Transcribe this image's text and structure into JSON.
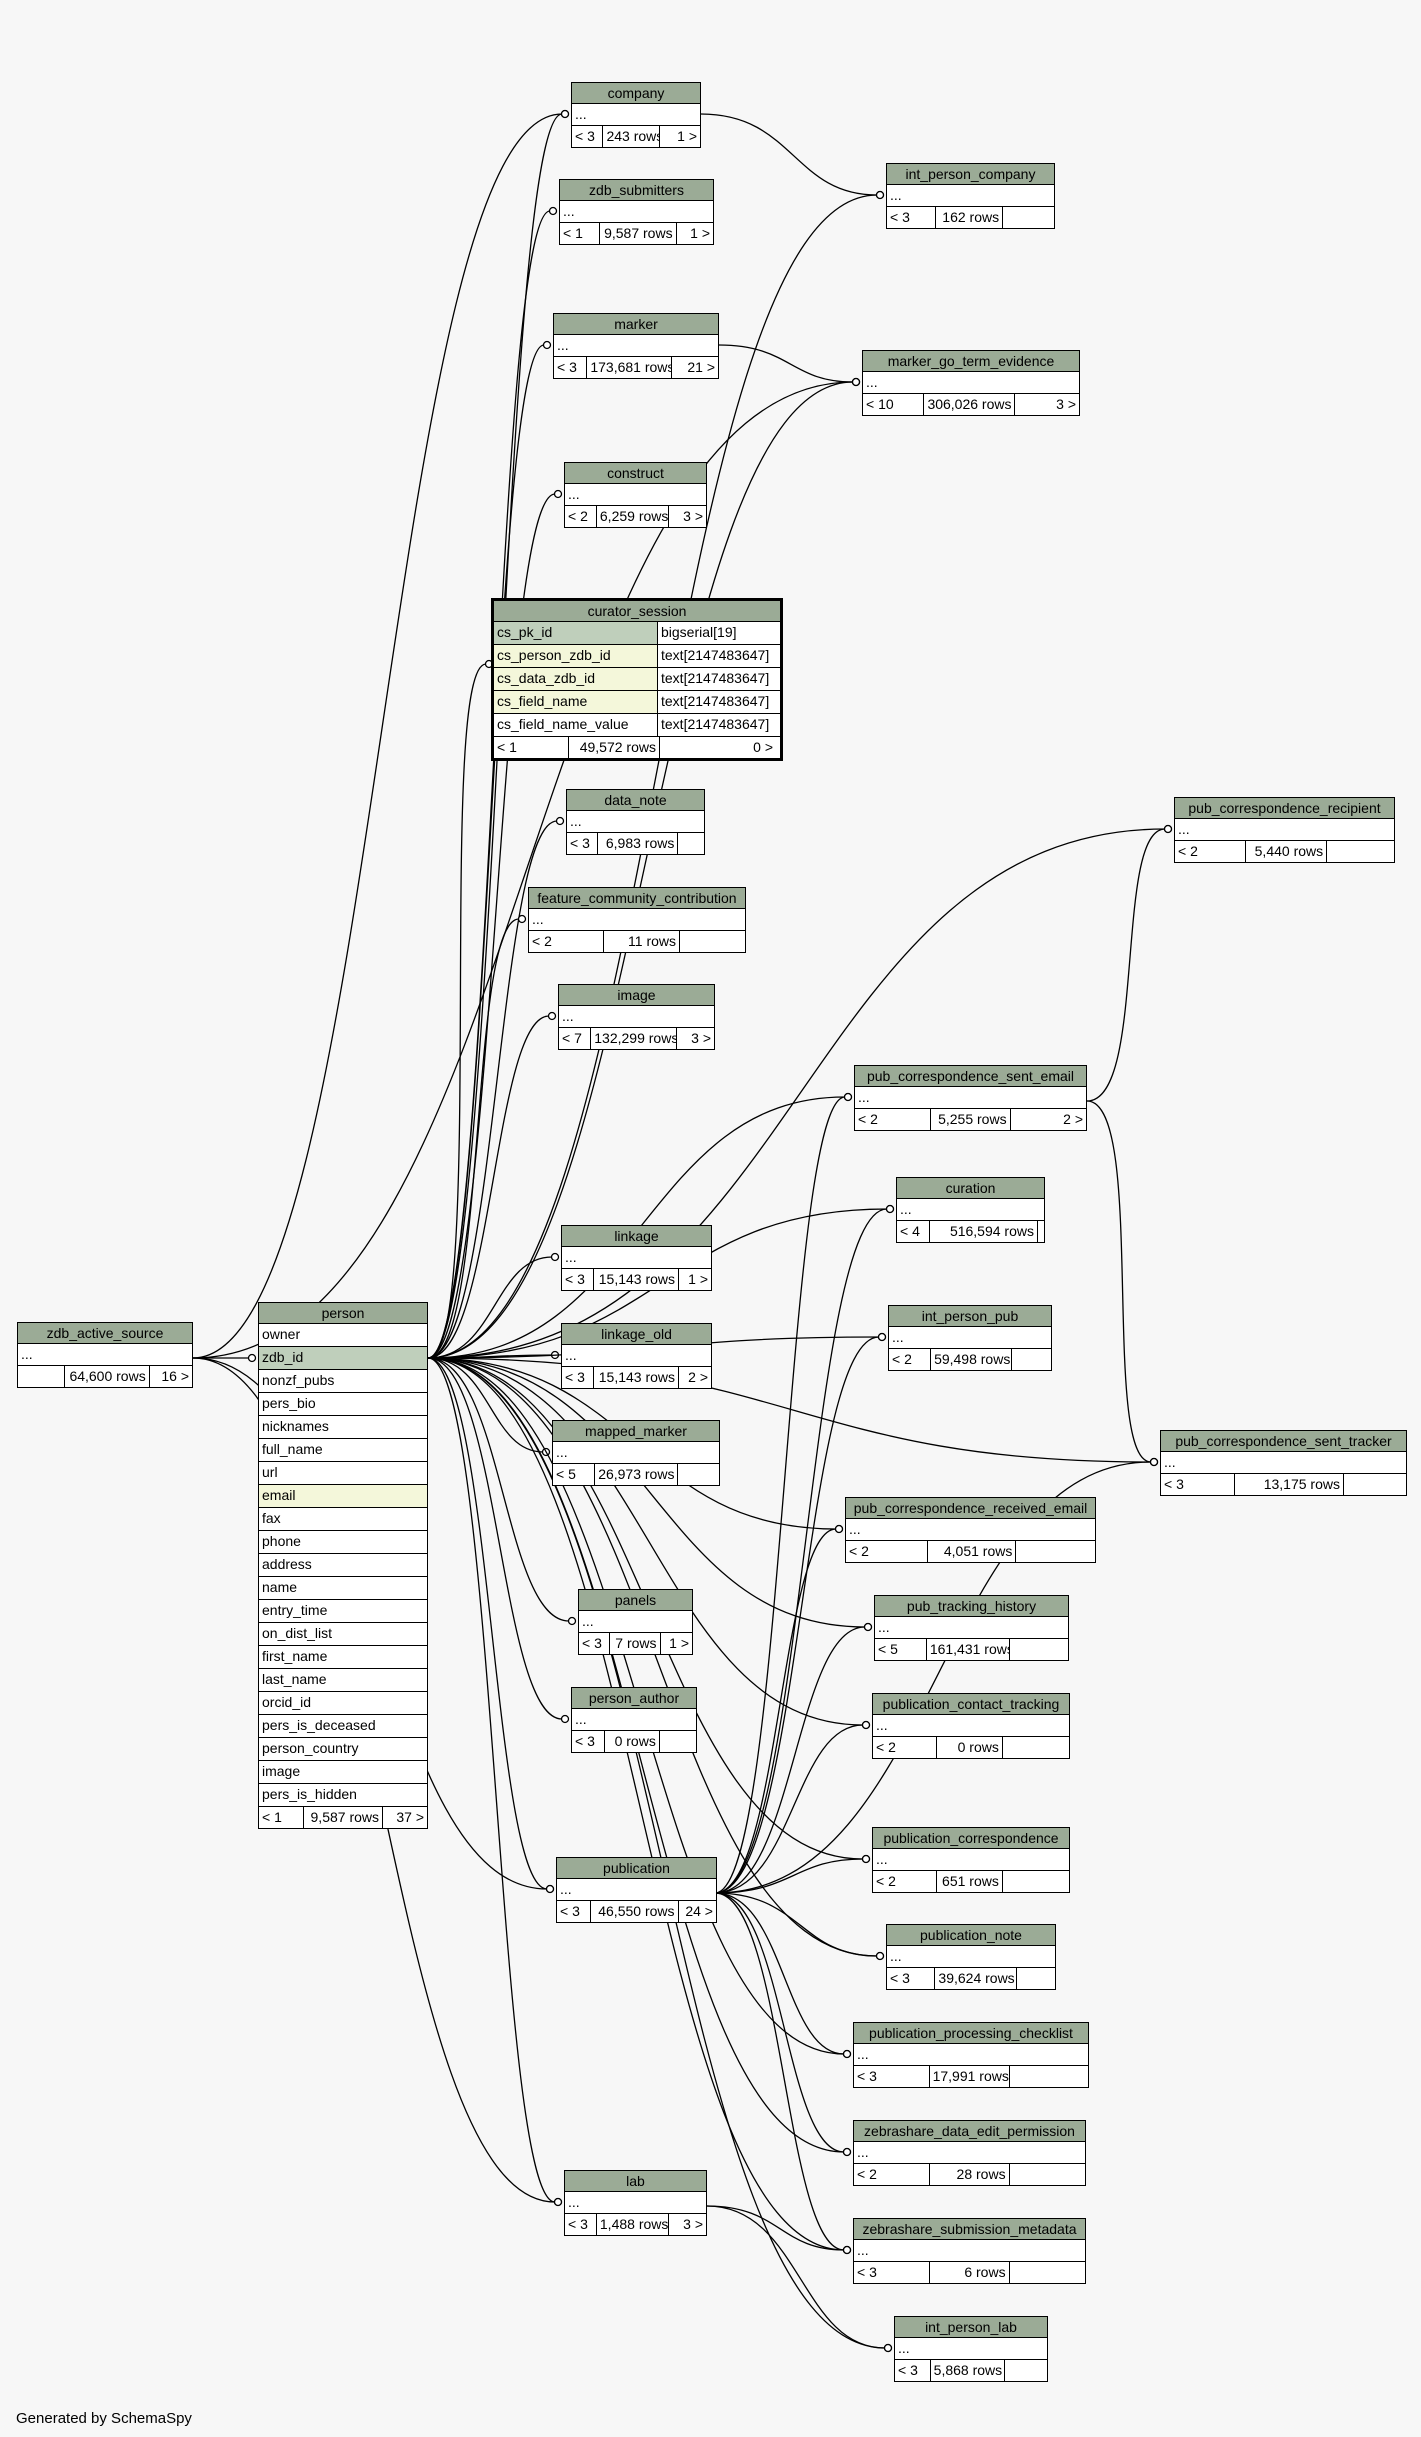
{
  "footer": "Generated by SchemaSpy",
  "person": {
    "name": "person",
    "columns": [
      "owner",
      "zdb_id",
      "nonzf_pubs",
      "pers_bio",
      "nicknames",
      "full_name",
      "url",
      "email",
      "fax",
      "phone",
      "address",
      "name",
      "entry_time",
      "on_dist_list",
      "first_name",
      "last_name",
      "orcid_id",
      "pers_is_deceased",
      "person_country",
      "image",
      "pers_is_hidden"
    ],
    "parents": "< 1",
    "rows": "9,587 rows",
    "children": "37 >"
  },
  "curator_session": {
    "name": "curator_session",
    "columns": [
      {
        "name": "cs_pk_id",
        "type": "bigserial[19]"
      },
      {
        "name": "cs_person_zdb_id",
        "type": "text[2147483647]"
      },
      {
        "name": "cs_data_zdb_id",
        "type": "text[2147483647]"
      },
      {
        "name": "cs_field_name",
        "type": "text[2147483647]"
      },
      {
        "name": "cs_field_name_value",
        "type": "text[2147483647]"
      }
    ],
    "parents": "< 1",
    "rows": "49,572 rows",
    "children": "0 >"
  },
  "tables": [
    {
      "name": "zdb_active_source",
      "body": "...",
      "parents": "",
      "rows": "64,600 rows",
      "children": "16 >"
    },
    {
      "name": "company",
      "body": "...",
      "parents": "< 3",
      "rows": "243 rows",
      "children": "1 >"
    },
    {
      "name": "zdb_submitters",
      "body": "...",
      "parents": "< 1",
      "rows": "9,587 rows",
      "children": "1 >"
    },
    {
      "name": "marker",
      "body": "...",
      "parents": "< 3",
      "rows": "173,681 rows",
      "children": "21 >"
    },
    {
      "name": "construct",
      "body": "...",
      "parents": "< 2",
      "rows": "6,259 rows",
      "children": "3 >"
    },
    {
      "name": "data_note",
      "body": "...",
      "parents": "< 3",
      "rows": "6,983 rows",
      "children": ""
    },
    {
      "name": "feature_community_contribution",
      "body": "...",
      "parents": "< 2",
      "rows": "11 rows",
      "children": ""
    },
    {
      "name": "image",
      "body": "...",
      "parents": "< 7",
      "rows": "132,299 rows",
      "children": "3 >"
    },
    {
      "name": "linkage",
      "body": "...",
      "parents": "< 3",
      "rows": "15,143 rows",
      "children": "1 >"
    },
    {
      "name": "linkage_old",
      "body": "...",
      "parents": "< 3",
      "rows": "15,143 rows",
      "children": "2 >"
    },
    {
      "name": "mapped_marker",
      "body": "...",
      "parents": "< 5",
      "rows": "26,973 rows",
      "children": ""
    },
    {
      "name": "panels",
      "body": "...",
      "parents": "< 3",
      "rows": "7 rows",
      "children": "1 >"
    },
    {
      "name": "person_author",
      "body": "...",
      "parents": "< 3",
      "rows": "0 rows",
      "children": ""
    },
    {
      "name": "publication",
      "body": "...",
      "parents": "< 3",
      "rows": "46,550 rows",
      "children": "24 >"
    },
    {
      "name": "lab",
      "body": "...",
      "parents": "< 3",
      "rows": "1,488 rows",
      "children": "3 >"
    },
    {
      "name": "int_person_company",
      "body": "...",
      "parents": "< 3",
      "rows": "162 rows",
      "children": ""
    },
    {
      "name": "marker_go_term_evidence",
      "body": "...",
      "parents": "< 10",
      "rows": "306,026 rows",
      "children": "3 >"
    },
    {
      "name": "pub_correspondence_recipient",
      "body": "...",
      "parents": "< 2",
      "rows": "5,440 rows",
      "children": ""
    },
    {
      "name": "pub_correspondence_sent_email",
      "body": "...",
      "parents": "< 2",
      "rows": "5,255 rows",
      "children": "2 >"
    },
    {
      "name": "curation",
      "body": "...",
      "parents": "< 4",
      "rows": "516,594 rows",
      "children": ""
    },
    {
      "name": "int_person_pub",
      "body": "...",
      "parents": "< 2",
      "rows": "59,498 rows",
      "children": ""
    },
    {
      "name": "pub_correspondence_sent_tracker",
      "body": "...",
      "parents": "< 3",
      "rows": "13,175 rows",
      "children": ""
    },
    {
      "name": "pub_correspondence_received_email",
      "body": "...",
      "parents": "< 2",
      "rows": "4,051 rows",
      "children": ""
    },
    {
      "name": "pub_tracking_history",
      "body": "...",
      "parents": "< 5",
      "rows": "161,431 rows",
      "children": ""
    },
    {
      "name": "publication_contact_tracking",
      "body": "...",
      "parents": "< 2",
      "rows": "0 rows",
      "children": ""
    },
    {
      "name": "publication_correspondence",
      "body": "...",
      "parents": "< 2",
      "rows": "651 rows",
      "children": ""
    },
    {
      "name": "publication_note",
      "body": "...",
      "parents": "< 3",
      "rows": "39,624 rows",
      "children": ""
    },
    {
      "name": "publication_processing_checklist",
      "body": "...",
      "parents": "< 3",
      "rows": "17,991 rows",
      "children": ""
    },
    {
      "name": "zebrashare_data_edit_permission",
      "body": "...",
      "parents": "< 2",
      "rows": "28 rows",
      "children": ""
    },
    {
      "name": "zebrashare_submission_metadata",
      "body": "...",
      "parents": "< 3",
      "rows": "6 rows",
      "children": ""
    },
    {
      "name": "int_person_lab",
      "body": "...",
      "parents": "< 3",
      "rows": "5,868 rows",
      "children": ""
    }
  ]
}
